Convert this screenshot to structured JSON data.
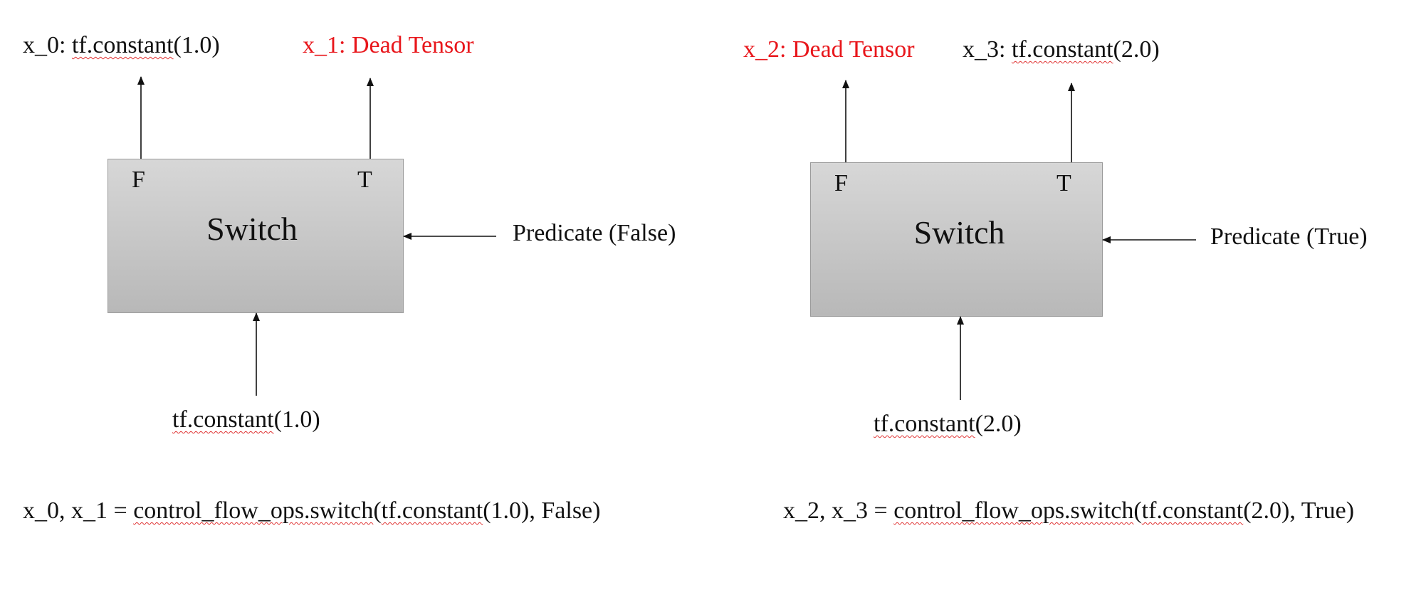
{
  "left": {
    "out_false": {
      "name": "x_0",
      "sep": ": ",
      "call": "tf.constant",
      "args": "(1.0)"
    },
    "out_true": "x_1: Dead Tensor",
    "port_false": "F",
    "port_true": "T",
    "box_title": "Switch",
    "predicate": "Predicate (False)",
    "input": {
      "call": "tf.constant",
      "args": "(1.0)"
    },
    "code": {
      "prefix": "x_0, x_1 = ",
      "fn": "control_flow_ops.switch",
      "paren": "(",
      "inner_call": "tf.constant",
      "rest": "(1.0), False)"
    }
  },
  "right": {
    "out_false": "x_2: Dead Tensor",
    "out_true": {
      "name": "x_3",
      "sep": ": ",
      "call": "tf.constant",
      "args": "(2.0)"
    },
    "port_false": "F",
    "port_true": "T",
    "box_title": "Switch",
    "predicate": "Predicate (True)",
    "input": {
      "call": "tf.constant",
      "args": "(2.0)"
    },
    "code": {
      "prefix": "x_2, x_3 = ",
      "fn": "control_flow_ops.switch",
      "paren": "(",
      "inner_call": "tf.constant",
      "rest": "(2.0), True)"
    }
  },
  "colors": {
    "dead_tensor": "#e8161b",
    "box_fill": "#c8c8c8",
    "spellcheck": "#e03131"
  }
}
